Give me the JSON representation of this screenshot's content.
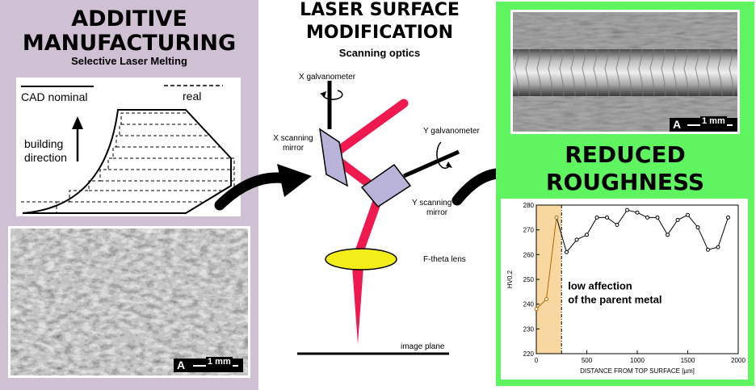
{
  "left": {
    "title_line1": "ADDITIVE",
    "title_line2": "MANUFACTURING",
    "subtitle": "Selective Laser Melting",
    "legend_nominal": "CAD nominal",
    "legend_real": "real",
    "building_line1": "building",
    "building_line2": "direction",
    "scale_letter": "A",
    "scale_text": "1 mm"
  },
  "center": {
    "title_line1": "LASER SURFACE",
    "title_line2": "MODIFICATION",
    "subtitle": "Scanning optics",
    "x_galvo": "X galvanometer",
    "x_mirror_line1": "X scanning",
    "x_mirror_line2": "mirror",
    "y_galvo": "Y galvanometer",
    "y_mirror_line1": "Y scanning",
    "y_mirror_line2": "mirror",
    "lens": "F-theta lens",
    "image_plane": "image plane"
  },
  "right": {
    "scale_letter": "A",
    "scale_text": "1 mm",
    "title_line1": "REDUCED",
    "title_line2": "ROUGHNESS"
  },
  "chart_data": {
    "type": "line",
    "ylabel": "HV0.2",
    "xlabel": "DISTANCE FROM TOP SURFACE [µm]",
    "xlim": [
      0,
      2000
    ],
    "ylim": [
      220,
      280
    ],
    "x_ticks": [
      "0",
      "500",
      "1000",
      "1500",
      "2000"
    ],
    "y_ticks": [
      "220",
      "230",
      "240",
      "250",
      "260",
      "270",
      "280"
    ],
    "divider_x": 250,
    "annotation_line1": "low affection",
    "annotation_line2": "of the parent metal",
    "series": [
      {
        "points": [
          [
            0,
            238
          ],
          [
            100,
            242
          ],
          [
            200,
            275
          ],
          [
            300,
            261
          ],
          [
            400,
            266
          ],
          [
            500,
            268
          ],
          [
            600,
            275
          ],
          [
            700,
            275
          ],
          [
            800,
            272
          ],
          [
            900,
            278
          ],
          [
            1000,
            277
          ],
          [
            1100,
            275
          ],
          [
            1200,
            275
          ],
          [
            1300,
            268
          ],
          [
            1400,
            274
          ],
          [
            1500,
            276
          ],
          [
            1600,
            271
          ],
          [
            1700,
            262
          ],
          [
            1800,
            263
          ],
          [
            1900,
            275
          ]
        ]
      }
    ],
    "colors": {
      "affected": "#b06800",
      "base": "#000000",
      "zone": "#f8d8a0"
    }
  }
}
